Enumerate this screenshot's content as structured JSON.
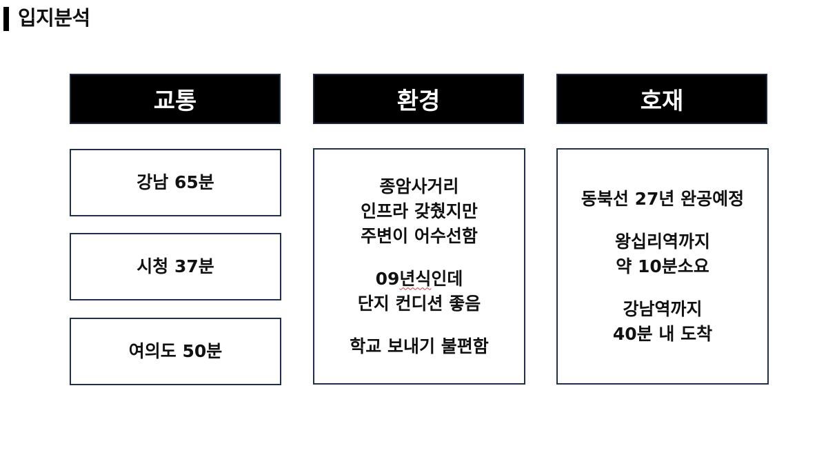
{
  "page": {
    "title": "입지분석"
  },
  "columns": [
    {
      "header": "교통"
    },
    {
      "header": "환경"
    },
    {
      "header": "호재"
    }
  ],
  "transport": {
    "items": [
      "강남 65분",
      "시청 37분",
      "여의도 50분"
    ]
  },
  "environment": {
    "line1": "종암사거리",
    "line2": "인프라 갖췄지만",
    "line3": "주변이 어수선함",
    "line4_prefix": "09",
    "line4_flagged": "년식",
    "line4_suffix": "인데",
    "line5": "단지 컨디션 좋음",
    "line6": "학교 보내기 불편함"
  },
  "development": {
    "line1": "동북선 27년 완공예정",
    "line2": "왕십리역까지",
    "line3": "약 10분소요",
    "line4": "강남역까지",
    "line5": "40분 내 도착"
  },
  "colors": {
    "header_bg": "#000000",
    "border": "#1f2f4d",
    "spellcheck": "#d23a3a"
  }
}
